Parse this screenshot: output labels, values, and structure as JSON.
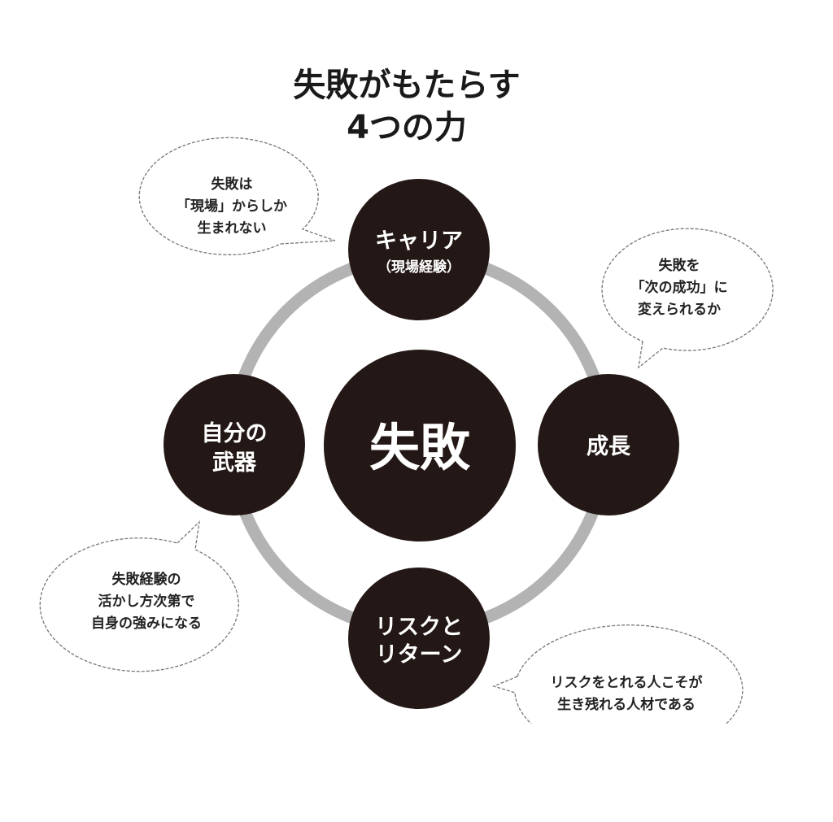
{
  "title": {
    "line1": "失敗がもたらす",
    "line2": "4つの力"
  },
  "colors": {
    "node": "#231815",
    "ring": "#b3b3b3"
  },
  "center": {
    "label": "失敗"
  },
  "nodes": {
    "top": {
      "line1": "キャリア",
      "line2": "（現場経験）"
    },
    "right": {
      "line1": "成長"
    },
    "bottom": {
      "line1": "リスクと",
      "line2": "リターン"
    },
    "left": {
      "line1": "自分の",
      "line2": "武器"
    }
  },
  "bubbles": {
    "top_left": [
      "失敗は",
      "「現場」からしか",
      "生まれない"
    ],
    "right": [
      "失敗を",
      "「次の成功」に",
      "変えられるか"
    ],
    "bottom_left": [
      "失敗経験の",
      "活かし方次第で",
      "自身の強みになる"
    ],
    "bottom_right": [
      "リスクをとれる人こそが",
      "生き残れる人材である"
    ]
  }
}
